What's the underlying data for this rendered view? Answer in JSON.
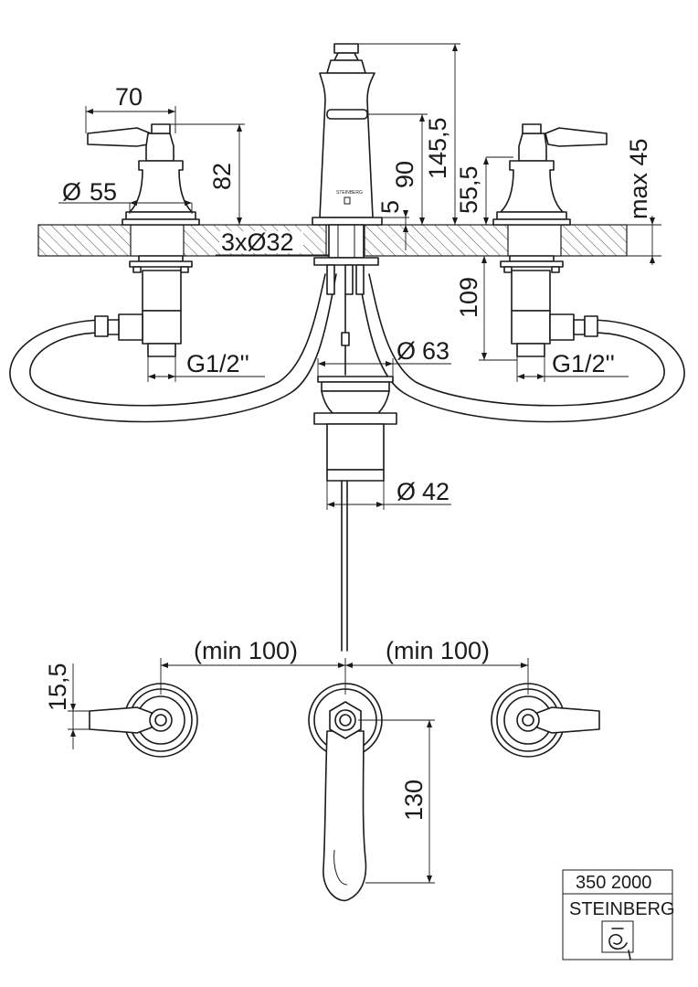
{
  "dimensions": {
    "handle_width": "70",
    "rosette_diameter": "55",
    "handle_height": "82",
    "spout_total_height": "145,5",
    "spout_height": "90",
    "plate_thickness": "5",
    "aerator_height": "55,5",
    "max_deck": "max 45",
    "holes": "3xØ32",
    "valve_length": "109",
    "thread_left": "G1/2''",
    "thread_right": "G1/2''",
    "nut_diameter": "63",
    "waste_diameter": "42",
    "spacing_left": "(min 100)",
    "spacing_right": "(min 100)",
    "lever_offset": "15,5",
    "spout_reach": "130"
  },
  "diameter_symbol": "Ø",
  "title_block": {
    "article_number": "350 2000",
    "brand": "STEINBERG"
  },
  "spout_logo_text": "STEINBERG"
}
